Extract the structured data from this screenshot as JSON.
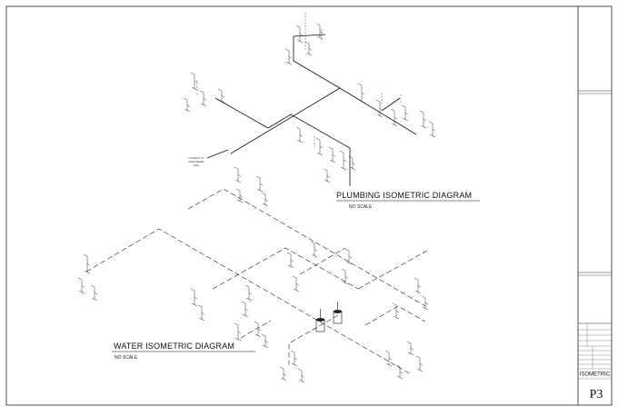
{
  "plumbing": {
    "title": "PLUMBING ISOMETRIC DIAGRAM",
    "scale": "NO SCALE",
    "note_line1": "CONNECT TO",
    "note_line2": "MAIN SEWER",
    "note_line3": "LINE"
  },
  "water": {
    "title": "WATER ISOMETRIC DIAGRAM",
    "scale": "NO SCALE"
  },
  "title_block": {
    "drawing_title": "ISOMETRIC",
    "sheet_number": "P3"
  }
}
